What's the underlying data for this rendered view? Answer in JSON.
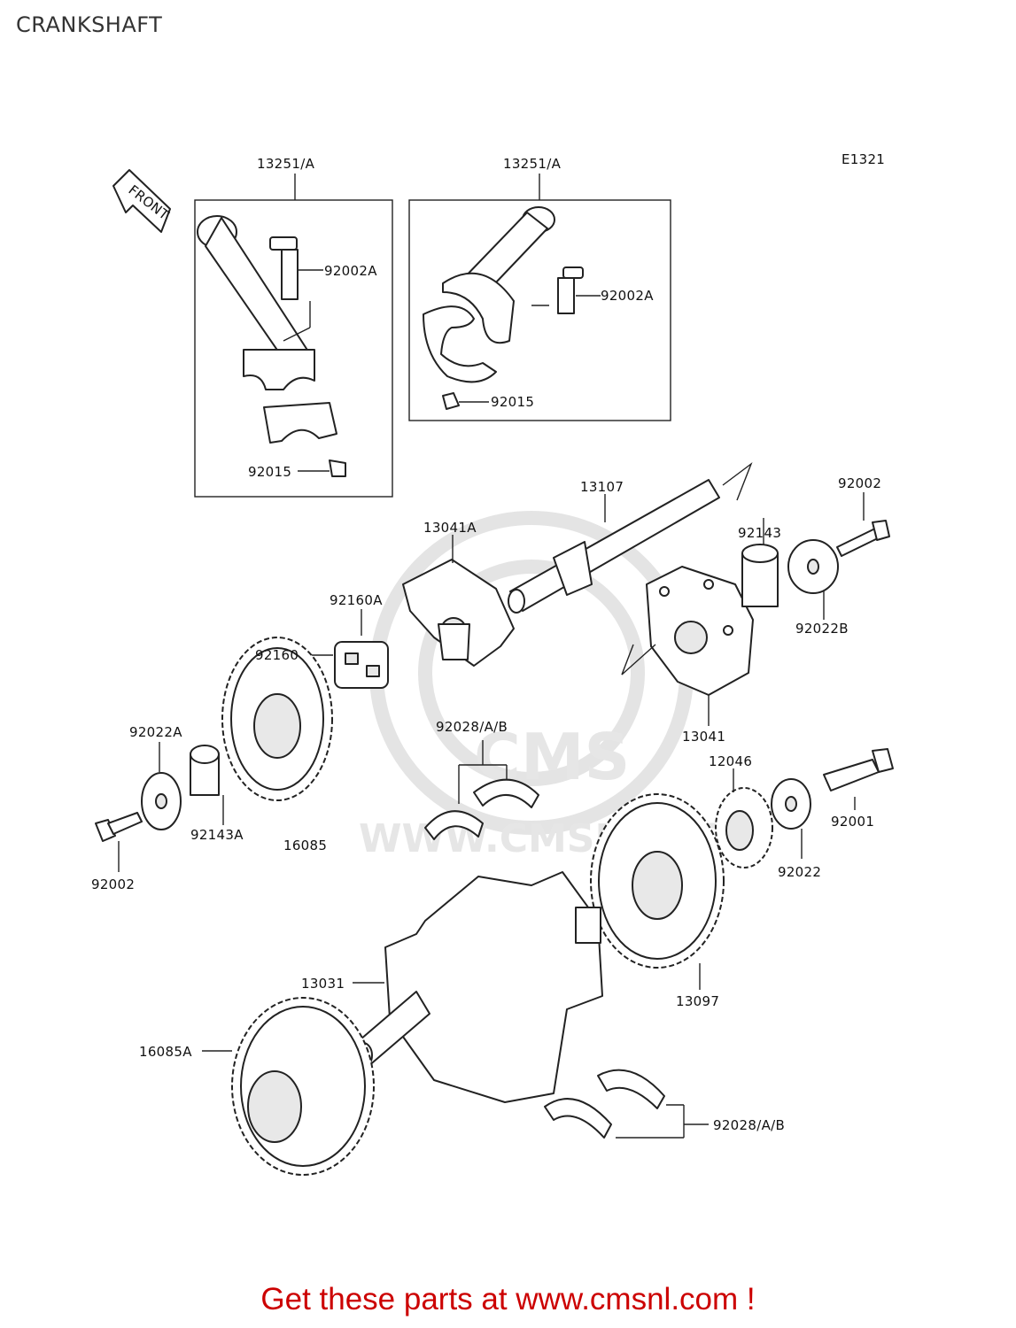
{
  "page": {
    "title": "CRANKSHAFT"
  },
  "diagram": {
    "code": "E1321",
    "front_label": "FRONT",
    "labels": {
      "l_13251a_1": "13251/A",
      "l_13251a_2": "13251/A",
      "l_92002a_1": "92002A",
      "l_92002a_2": "92002A",
      "l_92015_1": "92015",
      "l_92015_2": "92015",
      "l_13107": "13107",
      "l_92002_top": "92002",
      "l_13041a": "13041A",
      "l_92143": "92143",
      "l_92022b": "92022B",
      "l_92160a": "92160A",
      "l_92160": "92160",
      "l_13041": "13041",
      "l_92028ab_1": "92028/A/B",
      "l_92022a": "92022A",
      "l_12046": "12046",
      "l_92001": "92001",
      "l_92143a": "92143A",
      "l_16085": "16085",
      "l_92022": "92022",
      "l_92002_bot": "92002",
      "l_13031": "13031",
      "l_13097": "13097",
      "l_16085a": "16085A",
      "l_92028ab_2": "92028/A/B"
    },
    "watermark": {
      "logo": "CMS",
      "url": "WWW.CMSNL.COM"
    }
  },
  "footer": {
    "text": "Get these parts at www.cmsnl.com !"
  }
}
